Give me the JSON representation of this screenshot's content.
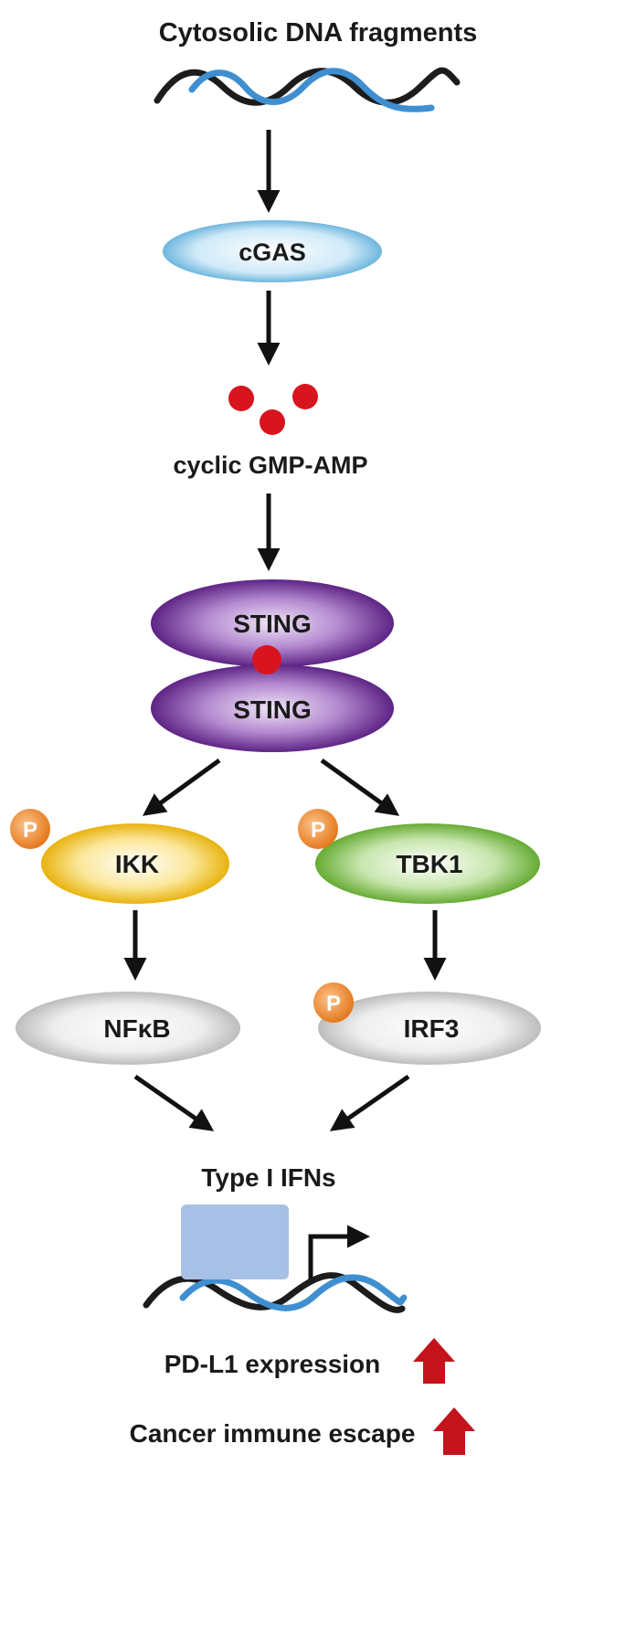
{
  "title": "Cytosolic DNA fragments",
  "cgas": "cGAS",
  "cgamp": "cyclic GMP-AMP",
  "sting_top": "STING",
  "sting_bottom": "STING",
  "ikk": "IKK",
  "tbk1": "TBK1",
  "nfkb": "NFκB",
  "irf3": "IRF3",
  "phospho": "P",
  "ifn": "Type I IFNs",
  "pdl1": "PD-L1 expression",
  "escape": "Cancer immune escape",
  "colors": {
    "dna_black": "#1c1c1c",
    "dna_blue": "#3f8fd0",
    "cgas_fill": "#bfe3f5",
    "sting_fill": "#7b3fa0",
    "ikk_fill": "#f2c316",
    "tbk1_fill": "#7ec24a",
    "gray_fill": "#d8d8d8",
    "phospho_fill": "#f08a2c",
    "red_dot": "#d8141e",
    "up_arrow": "#c4131a",
    "promoter_box": "#a7c1e6"
  }
}
